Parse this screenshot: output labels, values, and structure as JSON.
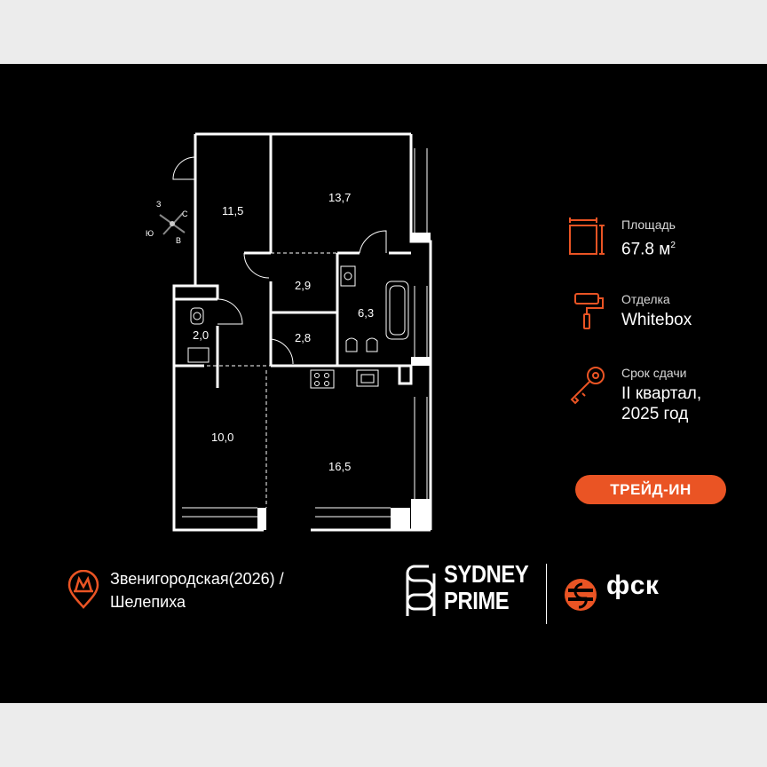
{
  "floorplan": {
    "rooms": [
      {
        "id": "hall",
        "area": "11,5"
      },
      {
        "id": "bedroom",
        "area": "13,7"
      },
      {
        "id": "corridor",
        "area": "2,9"
      },
      {
        "id": "wardrobe",
        "area": "2,8"
      },
      {
        "id": "bathroom",
        "area": "6,3"
      },
      {
        "id": "wc",
        "area": "2,0"
      },
      {
        "id": "room",
        "area": "10,0"
      },
      {
        "id": "kitchen-living",
        "area": "16,5"
      }
    ],
    "compass": {
      "n": "С",
      "s": "Ю",
      "w": "З",
      "e": "В"
    }
  },
  "info": {
    "area_label": "Площадь",
    "area_value": "67.8 м",
    "area_unit_sup": "2",
    "finish_label": "Отделка",
    "finish_value": "Whitebox",
    "deadline_label": "Срок сдачи",
    "deadline_value_line1": "II квартал,",
    "deadline_value_line2": "2025 год"
  },
  "trade_in_label": "ТРЕЙД-ИН",
  "metro": {
    "line1": "Звенигородская(2026) /",
    "line2": "Шелепиха"
  },
  "brand": {
    "project_line1": "SYDNEY",
    "project_line2": "PRIME",
    "developer": "фск"
  },
  "colors": {
    "background": "#000000",
    "accent": "#ea5424",
    "text": "#ffffff"
  }
}
